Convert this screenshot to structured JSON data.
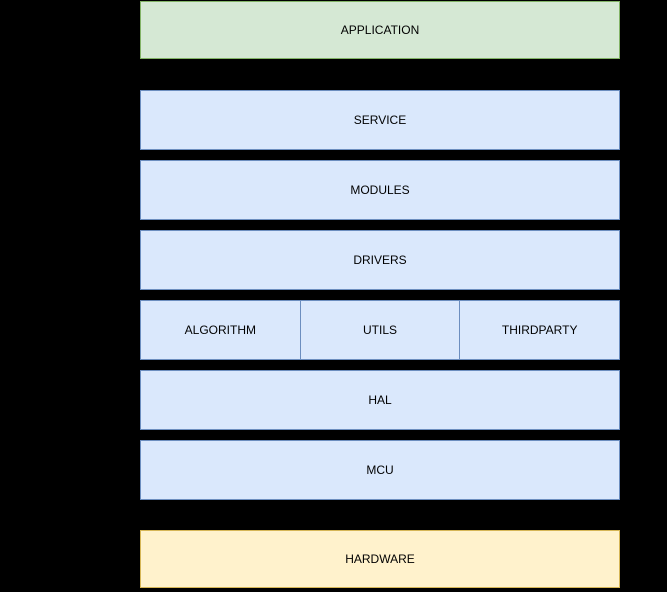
{
  "diagram": {
    "type": "layered-architecture-stack",
    "background_color": "#000000",
    "text_color": "#000000",
    "palette": {
      "application_fill": "#d5e8d4",
      "application_stroke": "#82b366",
      "layer_fill": "#dae8fc",
      "layer_stroke": "#6c8ebf",
      "hardware_fill": "#fff2cc",
      "hardware_stroke": "#d6b656"
    },
    "layers": {
      "application": {
        "label": "APPLICATION"
      },
      "service": {
        "label": "SERVICE"
      },
      "modules": {
        "label": "MODULES"
      },
      "drivers": {
        "label": "DRIVERS"
      },
      "algorithm": {
        "label": "ALGORITHM"
      },
      "utils": {
        "label": "UTILS"
      },
      "thirdparty": {
        "label": "THIRDPARTY"
      },
      "hal": {
        "label": "HAL"
      },
      "mcu": {
        "label": "MCU"
      },
      "hardware": {
        "label": "HARDWARE"
      }
    }
  }
}
